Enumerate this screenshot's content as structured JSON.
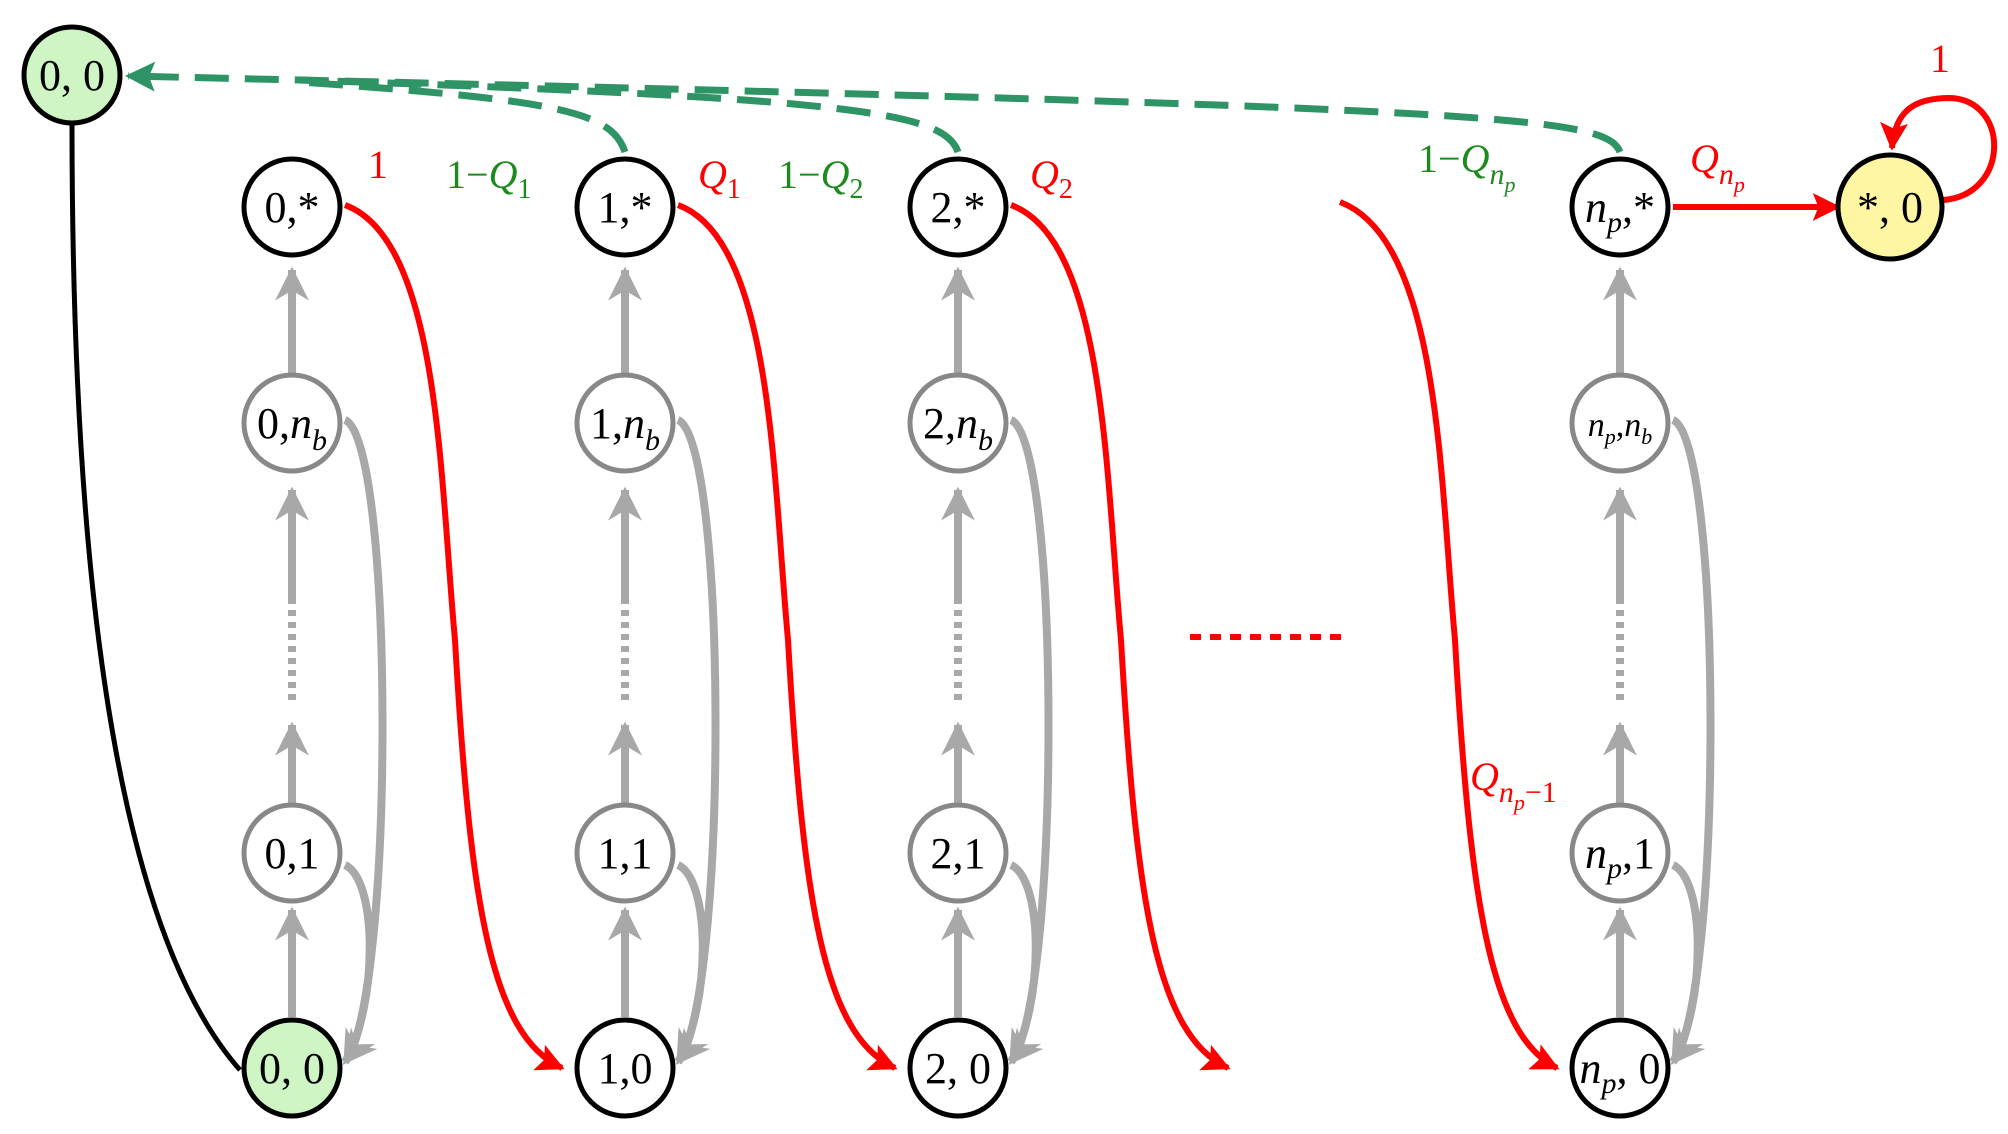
{
  "colors": {
    "green_node_fill": "#cff5c4",
    "yellow_node_fill": "#fff6a3",
    "red": "#ff0000",
    "green_label": "#1e8a1e",
    "green_dash": "#2e9466",
    "gray": "#a8a8a8",
    "node_gray_stroke": "#888888",
    "black": "#000000"
  },
  "nodes": {
    "init": {
      "main": "0, 0"
    },
    "c0": {
      "top": "0,*",
      "nb_main": "0,",
      "nb_sub_var": "n",
      "nb_sub": "b",
      "one": "0,1",
      "zero": "0, 0"
    },
    "c1": {
      "top": "1,*",
      "nb_main": "1,",
      "nb_sub_var": "n",
      "nb_sub": "b",
      "one": "1,1",
      "zero": "1,0"
    },
    "c2": {
      "top": "2,*",
      "nb_main": "2,",
      "nb_sub_var": "n",
      "nb_sub": "b",
      "one": "2,1",
      "zero": "2, 0"
    },
    "cp": {
      "var": "n",
      "sub": "p",
      "top_suffix": ",*",
      "nb_mid": ",",
      "nb_var": "n",
      "nb_sub": "b",
      "one_suffix": ",1",
      "zero_suffix": ", 0"
    },
    "absorb": {
      "main": "*, 0"
    }
  },
  "labels": {
    "one_c0": "1",
    "one_minus": "1−",
    "q_var": "Q",
    "sub_1": "1",
    "sub_2": "2",
    "sub_np_var": "n",
    "sub_np": "p",
    "minus_one": "−1",
    "self_loop": "1"
  }
}
